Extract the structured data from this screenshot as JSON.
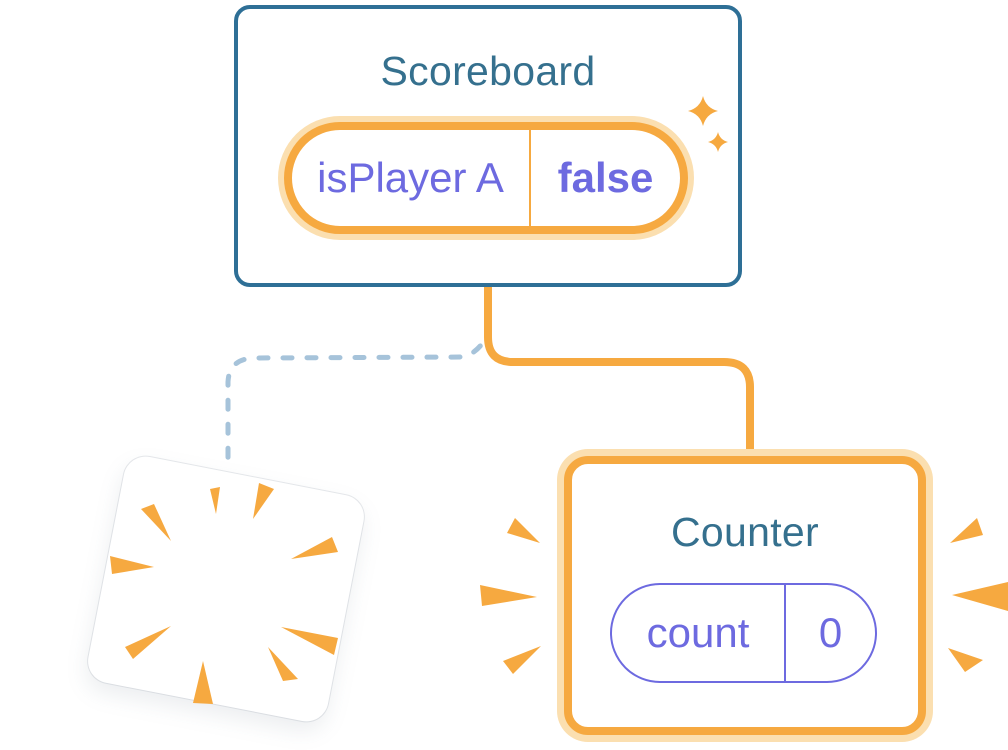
{
  "colors": {
    "card_border_blue": "#2E6F96",
    "title_teal": "#35708E",
    "state_purple": "#6D6AE0",
    "accent_orange": "#F6A940",
    "halo_orange": "#FBDFB0",
    "dash_blue": "#A6C3DA",
    "card_bg": "#FFFFFF"
  },
  "scoreboard": {
    "title": "Scoreboard",
    "state": {
      "label": "isPlayer A",
      "value": "false"
    },
    "icon": "sparkles-icon"
  },
  "counter": {
    "title": "Counter",
    "state": {
      "label": "count",
      "value": "0"
    },
    "icon": "burst-lines-icon"
  },
  "destroyed": {
    "icon": "poof-burst-icon"
  }
}
